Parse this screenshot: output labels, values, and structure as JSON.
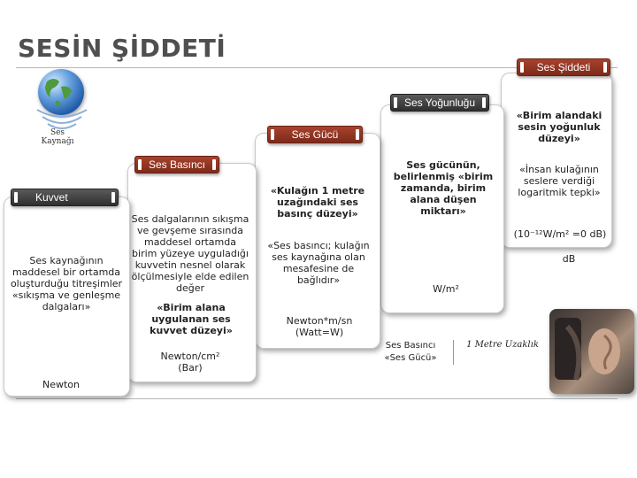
{
  "title": "SESİN ŞİDDETİ",
  "source_label": "Ses Kaynağı",
  "tags": {
    "ses_siddeti": "Ses Şiddeti",
    "ses_yogunlugu": "Ses Yoğunluğu",
    "ses_gucu": "Ses Gücü",
    "ses_basinci": "Ses Basıncı",
    "kuvvet": "Kuvvet"
  },
  "kuvvet": {
    "description": "Ses kaynağının maddesel bir ortamda oluşturduğu titreşimler «sıkışma ve genleşme dalgaları»",
    "unit": "Newton"
  },
  "ses_basinci": {
    "description": "Ses dalgalarının sıkışma ve gevşeme sırasında maddesel ortamda birim yüzeye uyguladığı kuvvetin nesnel olarak ölçülmesiyle elde edilen değer",
    "definition": "«Birim alana uygulanan ses kuvvet düzeyi»",
    "unit_line1": "Newton/cm²",
    "unit_line2": "(Bar)"
  },
  "ses_gucu": {
    "definition": "«Kulağın 1 metre uzağındaki ses basınç düzeyi»",
    "note": "«Ses basıncı; kulağın ses kaynağına olan mesafesine de bağlıdır»",
    "unit_line1": "Newton*m/sn",
    "unit_line2": "(Watt=W)"
  },
  "ses_yogunlugu": {
    "definition": "Ses gücünün, belirlenmiş «birim zamanda, birim alana düşen miktarı»",
    "unit": "W/m²"
  },
  "ses_siddeti": {
    "definition": "«Birim alandaki sesin yoğunluk düzeyi»",
    "human_response": "«İnsan kulağının seslere verdiği logaritmik tepki»",
    "reference": "(10⁻¹²W/m² =0 dB)",
    "unit": "dB"
  },
  "bottom": {
    "pressure_line1": "Ses Basıncı",
    "pressure_line2": "«Ses Gücü»",
    "distance": "1 Metre Uzaklık"
  }
}
